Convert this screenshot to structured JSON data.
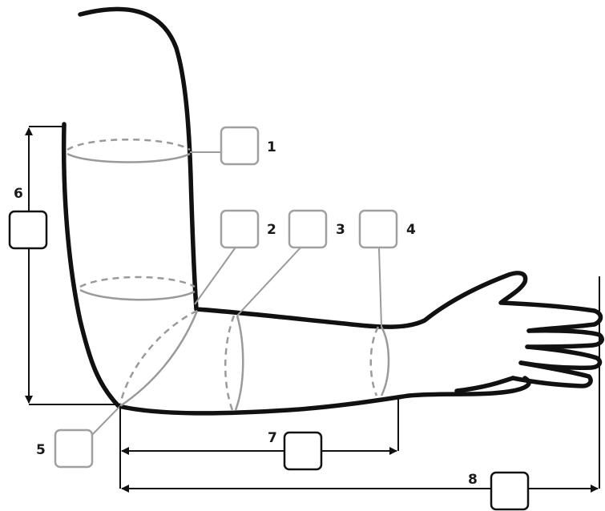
{
  "labels": {
    "m1": "1",
    "m2": "2",
    "m3": "3",
    "m4": "4",
    "m5": "5",
    "m6": "6",
    "m7": "7",
    "m8": "8"
  },
  "colors": {
    "outline": "#111111",
    "measure_line": "#9a9a9a",
    "light_box": "#a0a0a0"
  }
}
